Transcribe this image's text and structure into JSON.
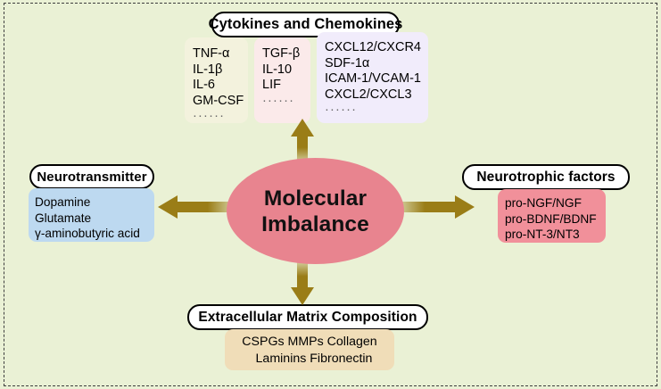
{
  "figure": {
    "background_color": "#eaf1d5",
    "frame_color": "#3d3d3d",
    "arrow_color": "#9a7d17"
  },
  "center": {
    "name": "molecular-imbalance",
    "line1": "Molecular",
    "line2": "Imbalance",
    "fill": "#e8848f"
  },
  "top": {
    "title": "Cytokines and Chemokines",
    "boxes": [
      {
        "name": "pro-inflammatory",
        "fill": "#f3f2dd",
        "items": [
          "TNF-α",
          "IL-1β",
          "IL-6",
          "GM-CSF"
        ],
        "ellipsis": "······"
      },
      {
        "name": "anti-inflammatory",
        "fill": "#fbeaea",
        "items": [
          "TGF-β",
          "IL-10",
          "LIF"
        ],
        "ellipsis": "······"
      },
      {
        "name": "chemokines-adhesion",
        "fill": "#f1ecfb",
        "items": [
          "CXCL12/CXCR4",
          "SDF-1α",
          "ICAM-1/VCAM-1",
          "CXCL2/CXCL3"
        ],
        "ellipsis": "······"
      }
    ]
  },
  "left": {
    "title": "Neurotransmitter",
    "fill": "#bdd9f0",
    "items": [
      "Dopamine",
      "Glutamate",
      "γ-aminobutyric acid"
    ]
  },
  "right": {
    "title": "Neurotrophic factors",
    "fill": "#f1909a",
    "items": [
      "pro-NGF/NGF",
      "pro-BDNF/BDNF",
      "pro-NT-3/NT3"
    ]
  },
  "bottom": {
    "title": "Extracellular Matrix Composition",
    "fill": "#f0ddb8",
    "row1": "CSPGs  MMPs   Collagen",
    "row2": "Laminins  Fibronectin"
  }
}
